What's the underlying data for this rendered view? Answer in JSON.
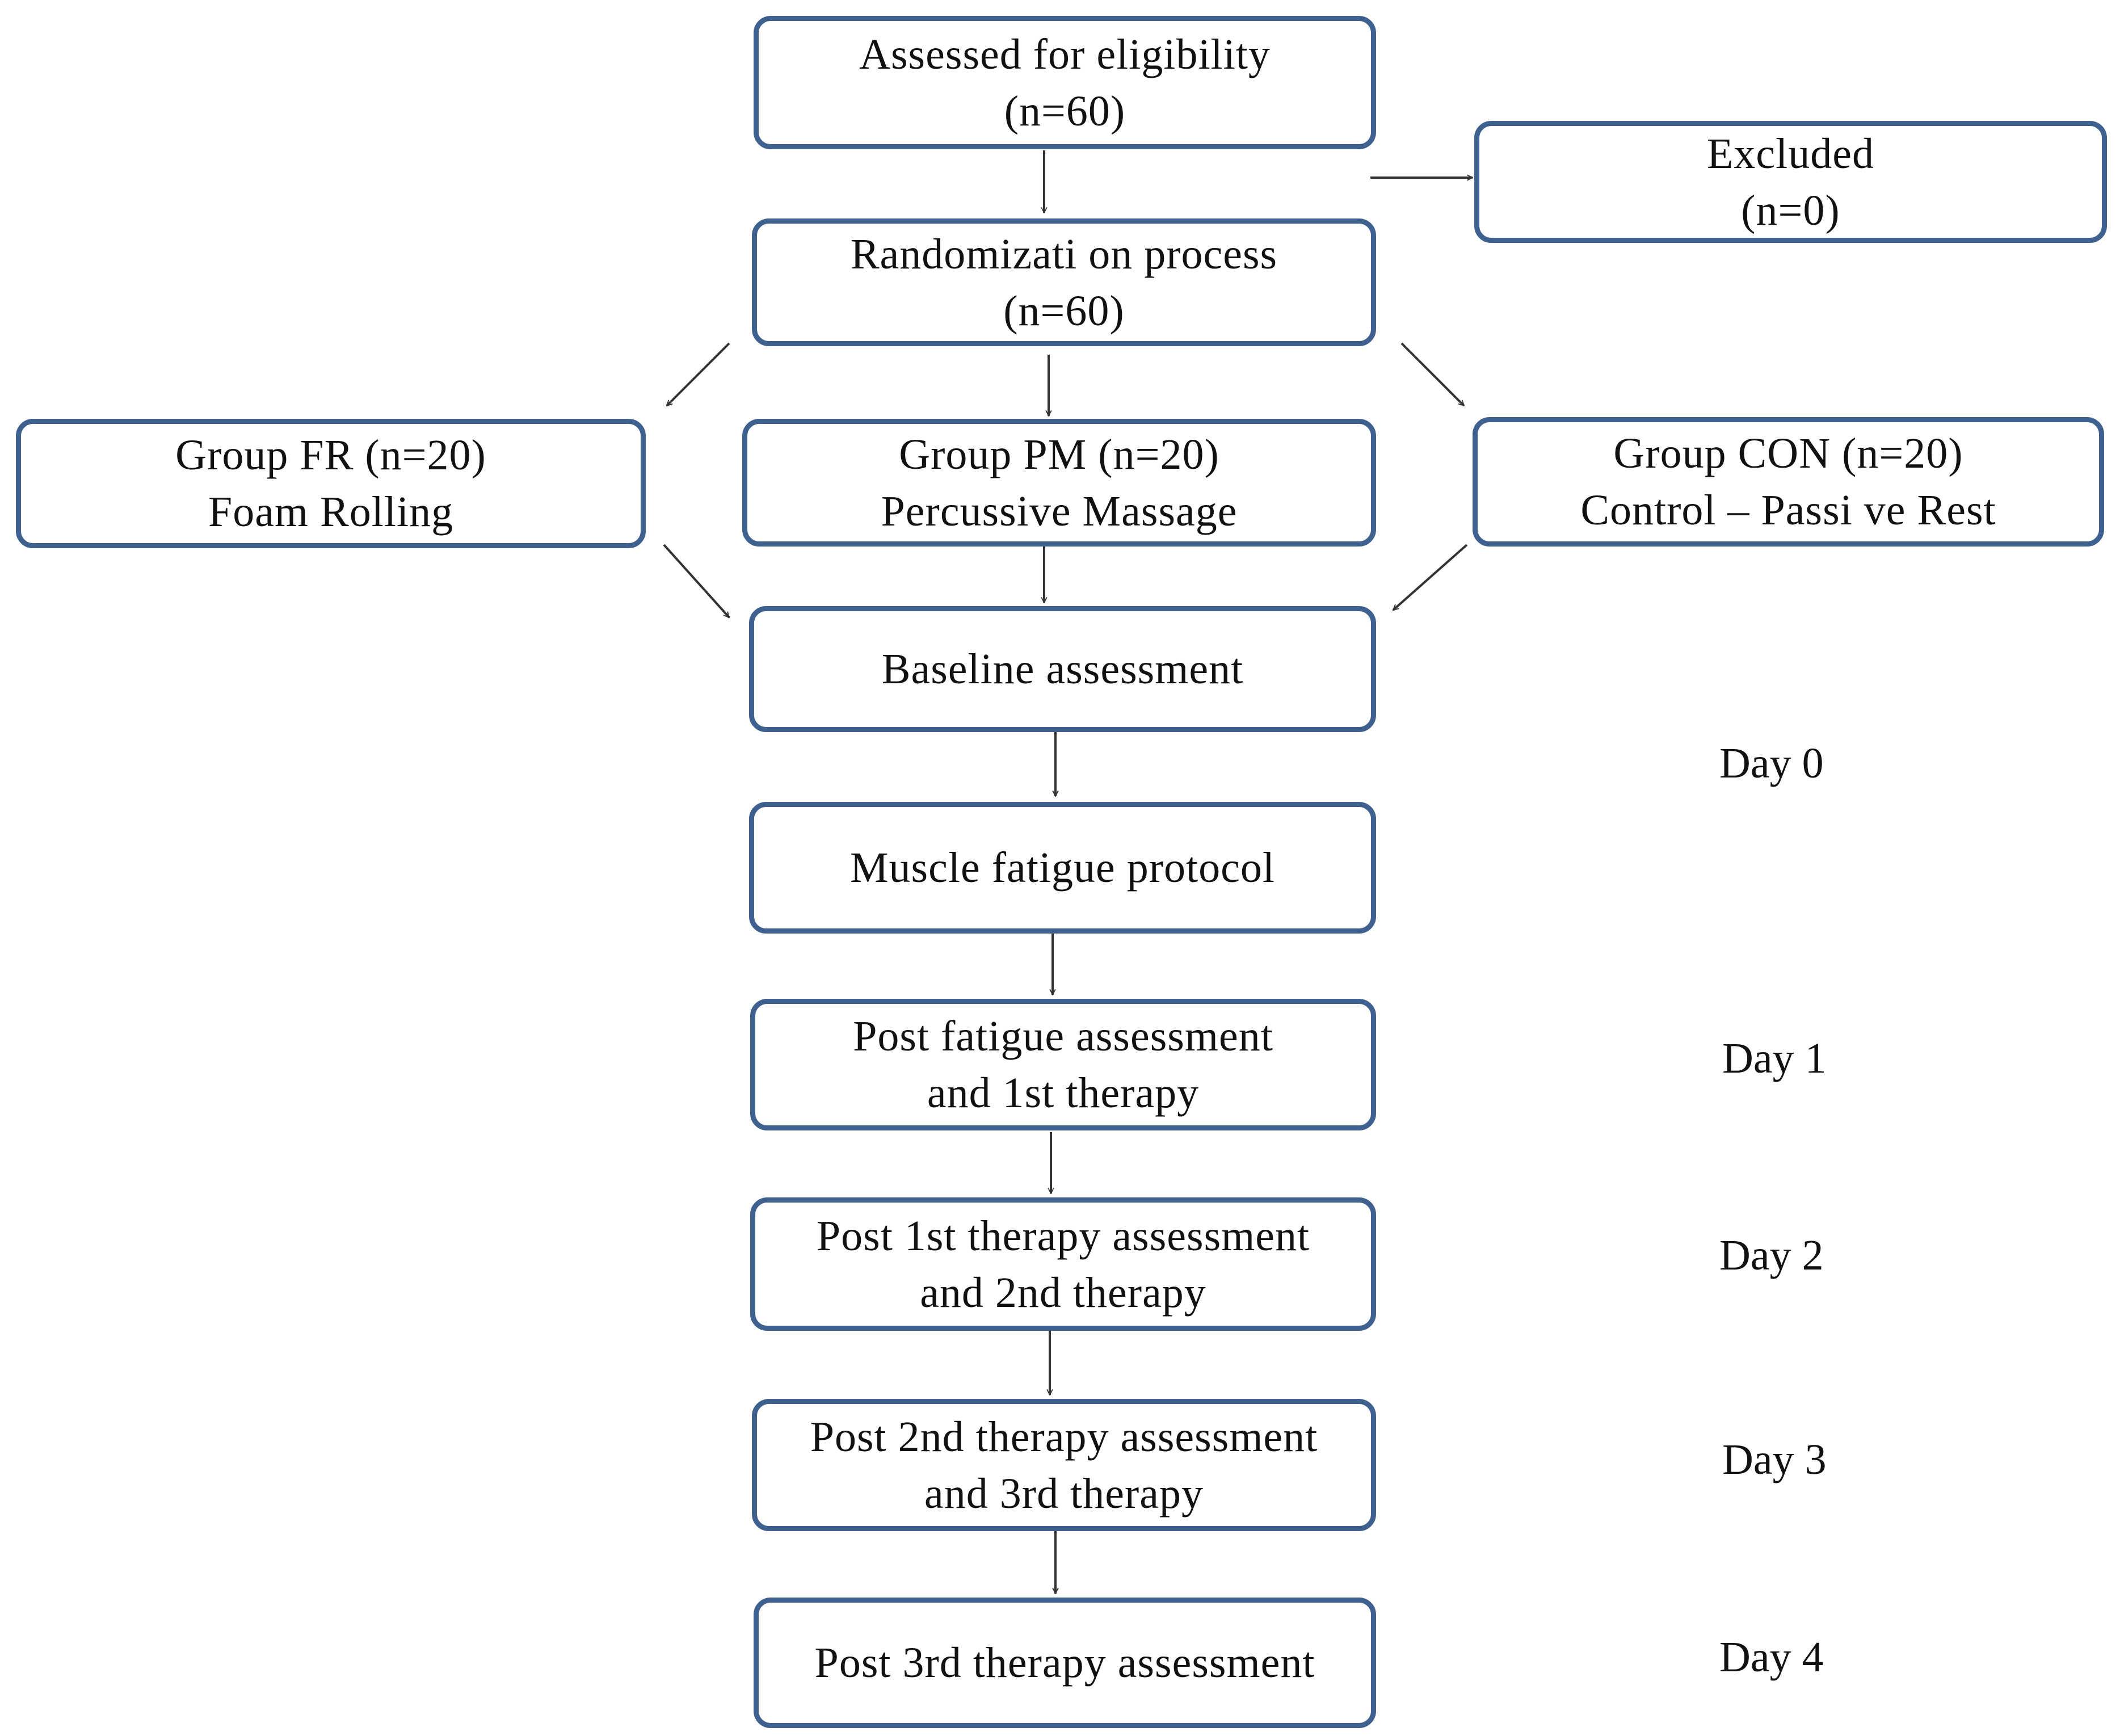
{
  "boxes": {
    "assessed": {
      "line1": "Assessed for eligibility",
      "line2": "(n=60)"
    },
    "excluded": {
      "line1": "Excluded",
      "line2": "(n=0)"
    },
    "randomization": {
      "line1": "Randomizati on process",
      "line2": "(n=60)"
    },
    "group_fr": {
      "line1": "Group FR (n=20)",
      "line2": "Foam Rolling"
    },
    "group_pm": {
      "line1": "Group PM (n=20)",
      "line2": "Percussive Massage"
    },
    "group_con": {
      "line1": "Group CON (n=20)",
      "line2": "Control – Passi ve Rest"
    },
    "baseline": {
      "line1": "Baseline assessment"
    },
    "fatigue_protocol": {
      "line1": "Muscle fatigue protocol"
    },
    "post_fatigue": {
      "line1": "Post fatigue assessment",
      "line2": "and  1st therapy"
    },
    "post_1st": {
      "line1": "Post 1st therapy assessment",
      "line2": "and  2nd therapy"
    },
    "post_2nd": {
      "line1": "Post 2nd therapy assessment",
      "line2": "and  3rd therapy"
    },
    "post_3rd": {
      "line1": "Post 3rd therapy assessment"
    }
  },
  "days": {
    "day0": "Day 0",
    "day1": "Day 1",
    "day2": "Day 2",
    "day3": "Day 3",
    "day4": "Day 4"
  },
  "colors": {
    "box_border": "#3e6190",
    "arrow": "#333333",
    "text": "#111111"
  }
}
